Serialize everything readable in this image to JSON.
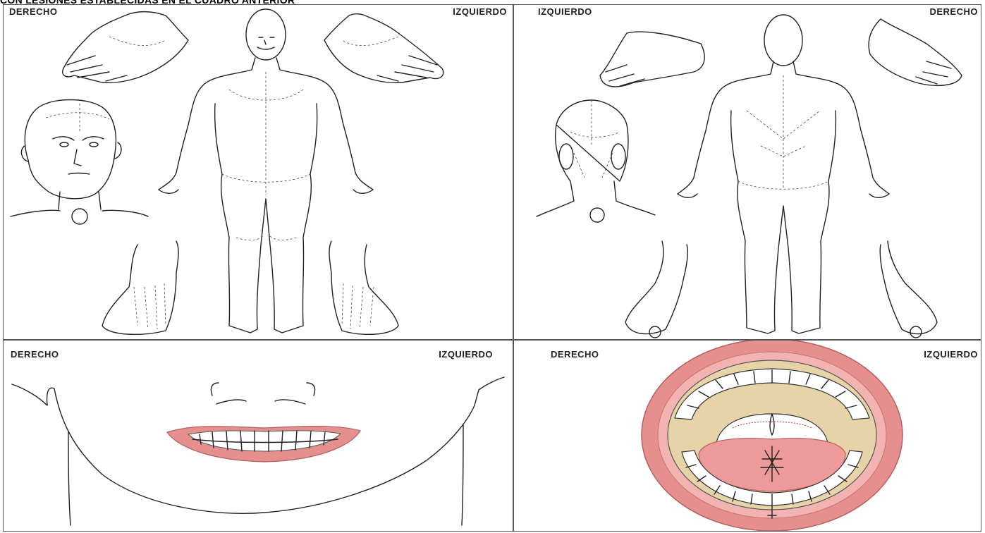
{
  "header": {
    "text": "CON LESIONES ESTABLECIDAS EN EL CUADRO ANTERIOR"
  },
  "panels": {
    "front_body": {
      "left_label": "DERECHO",
      "right_label": "IZQUIERDO"
    },
    "back_body": {
      "left_label": "IZQUIERDO",
      "right_label": "DERECHO"
    },
    "face_lips": {
      "left_label": "DERECHO",
      "right_label": "IZQUIERDO"
    },
    "open_mouth": {
      "left_label": "DERECHO",
      "right_label": "IZQUIERDO"
    }
  },
  "colors": {
    "line": "#222222",
    "lip": "#e58f8f",
    "lip_inner": "#f3b3b3",
    "tongue": "#ee9a9a",
    "palate": "#e6d3a8",
    "border": "#555555"
  }
}
